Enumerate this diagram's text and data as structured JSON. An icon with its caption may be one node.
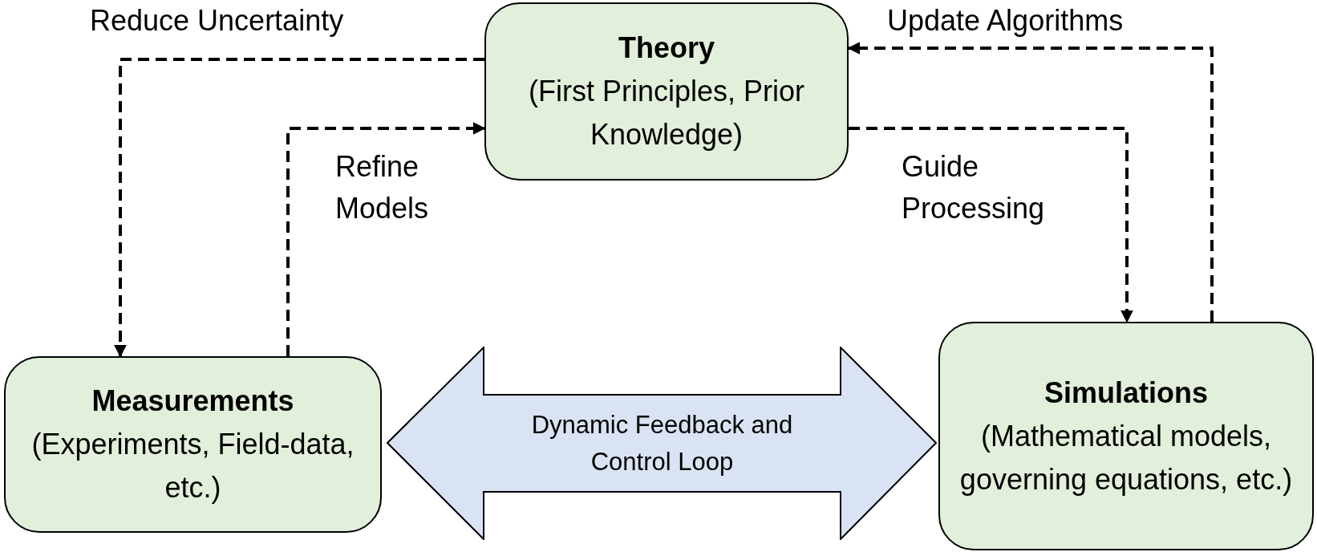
{
  "diagram": {
    "nodes": [
      {
        "text": [
          "Theory",
          "(First Principles, Prior Knowledge)"
        ]
      },
      {
        "text": [
          "Measurements",
          "(Experiments, Field-data, etc.)"
        ]
      },
      {
        "text": [
          "Simulations",
          "(Mathematical models, governing equations, etc.)"
        ]
      },
      {
        "text": [
          "Dynamic Feedback and Control Loop"
        ]
      }
    ],
    "edges": [
      {
        "from": 0,
        "to": 1,
        "arrow": "to",
        "label": "Reduce Uncertainty",
        "style": "dashed"
      },
      {
        "from": 1,
        "to": 0,
        "arrow": "to",
        "label": "Refine Models",
        "style": "dashed"
      },
      {
        "from": 0,
        "to": 2,
        "arrow": "to",
        "label": "Guide Processing",
        "style": "dashed"
      },
      {
        "from": 2,
        "to": 0,
        "arrow": "to",
        "label": "Update Algorithms",
        "style": "dashed"
      }
    ]
  }
}
